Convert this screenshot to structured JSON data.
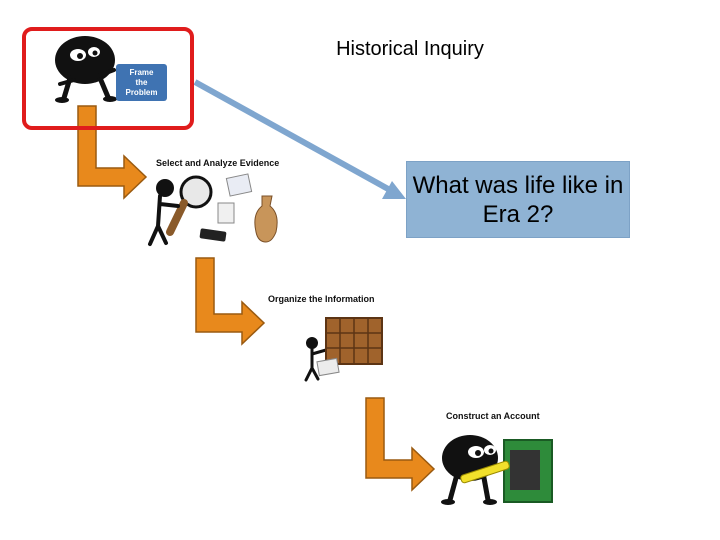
{
  "title": "Historical Inquiry",
  "question": "What was life like in Era 2?",
  "steps": [
    {
      "label": "Frame the Problem"
    },
    {
      "label": "Select and Analyze Evidence"
    },
    {
      "label": "Organize the Information"
    },
    {
      "label": "Construct an Account"
    }
  ],
  "colors": {
    "highlight": "#e01c1c",
    "orange_arrow": "#e8891c",
    "blue_arrow": "#7fa6cf",
    "question_box": "#8fb3d4",
    "frame_box": "#3f73b2"
  }
}
